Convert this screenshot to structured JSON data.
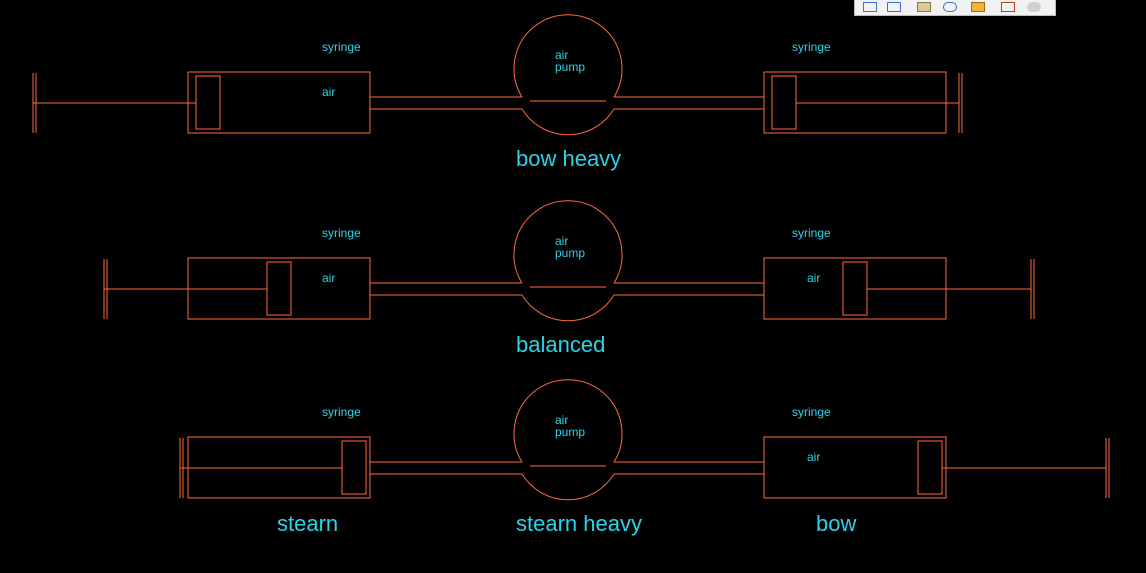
{
  "colors": {
    "background": "#000000",
    "line": "#ff6a3d",
    "text": "#2ad4e6"
  },
  "diagram": {
    "rows": [
      {
        "left_syringe": {
          "label": "syringe",
          "air_label": "air"
        },
        "right_syringe": {
          "label": "syringe",
          "air_label": ""
        },
        "pump": {
          "line1": "air",
          "line2": "pump"
        },
        "caption": "bow heavy"
      },
      {
        "left_syringe": {
          "label": "syringe",
          "air_label": "air"
        },
        "right_syringe": {
          "label": "syringe",
          "air_label": "air"
        },
        "pump": {
          "line1": "air",
          "line2": "pump"
        },
        "caption": "balanced"
      },
      {
        "left_syringe": {
          "label": "syringe",
          "air_label": ""
        },
        "right_syringe": {
          "label": "syringe",
          "air_label": "air"
        },
        "pump": {
          "line1": "air",
          "line2": "pump"
        },
        "caption": "stearn heavy",
        "left_end_label": "stearn",
        "right_end_label": "bow"
      }
    ]
  },
  "toolbar": {
    "icons": [
      "diagram-tool-icon",
      "rectangle-tool-icon",
      "layers-tool-icon",
      "link-tool-icon",
      "ruler-tool-icon",
      "export-tool-icon",
      "cloud-tool-icon"
    ]
  }
}
